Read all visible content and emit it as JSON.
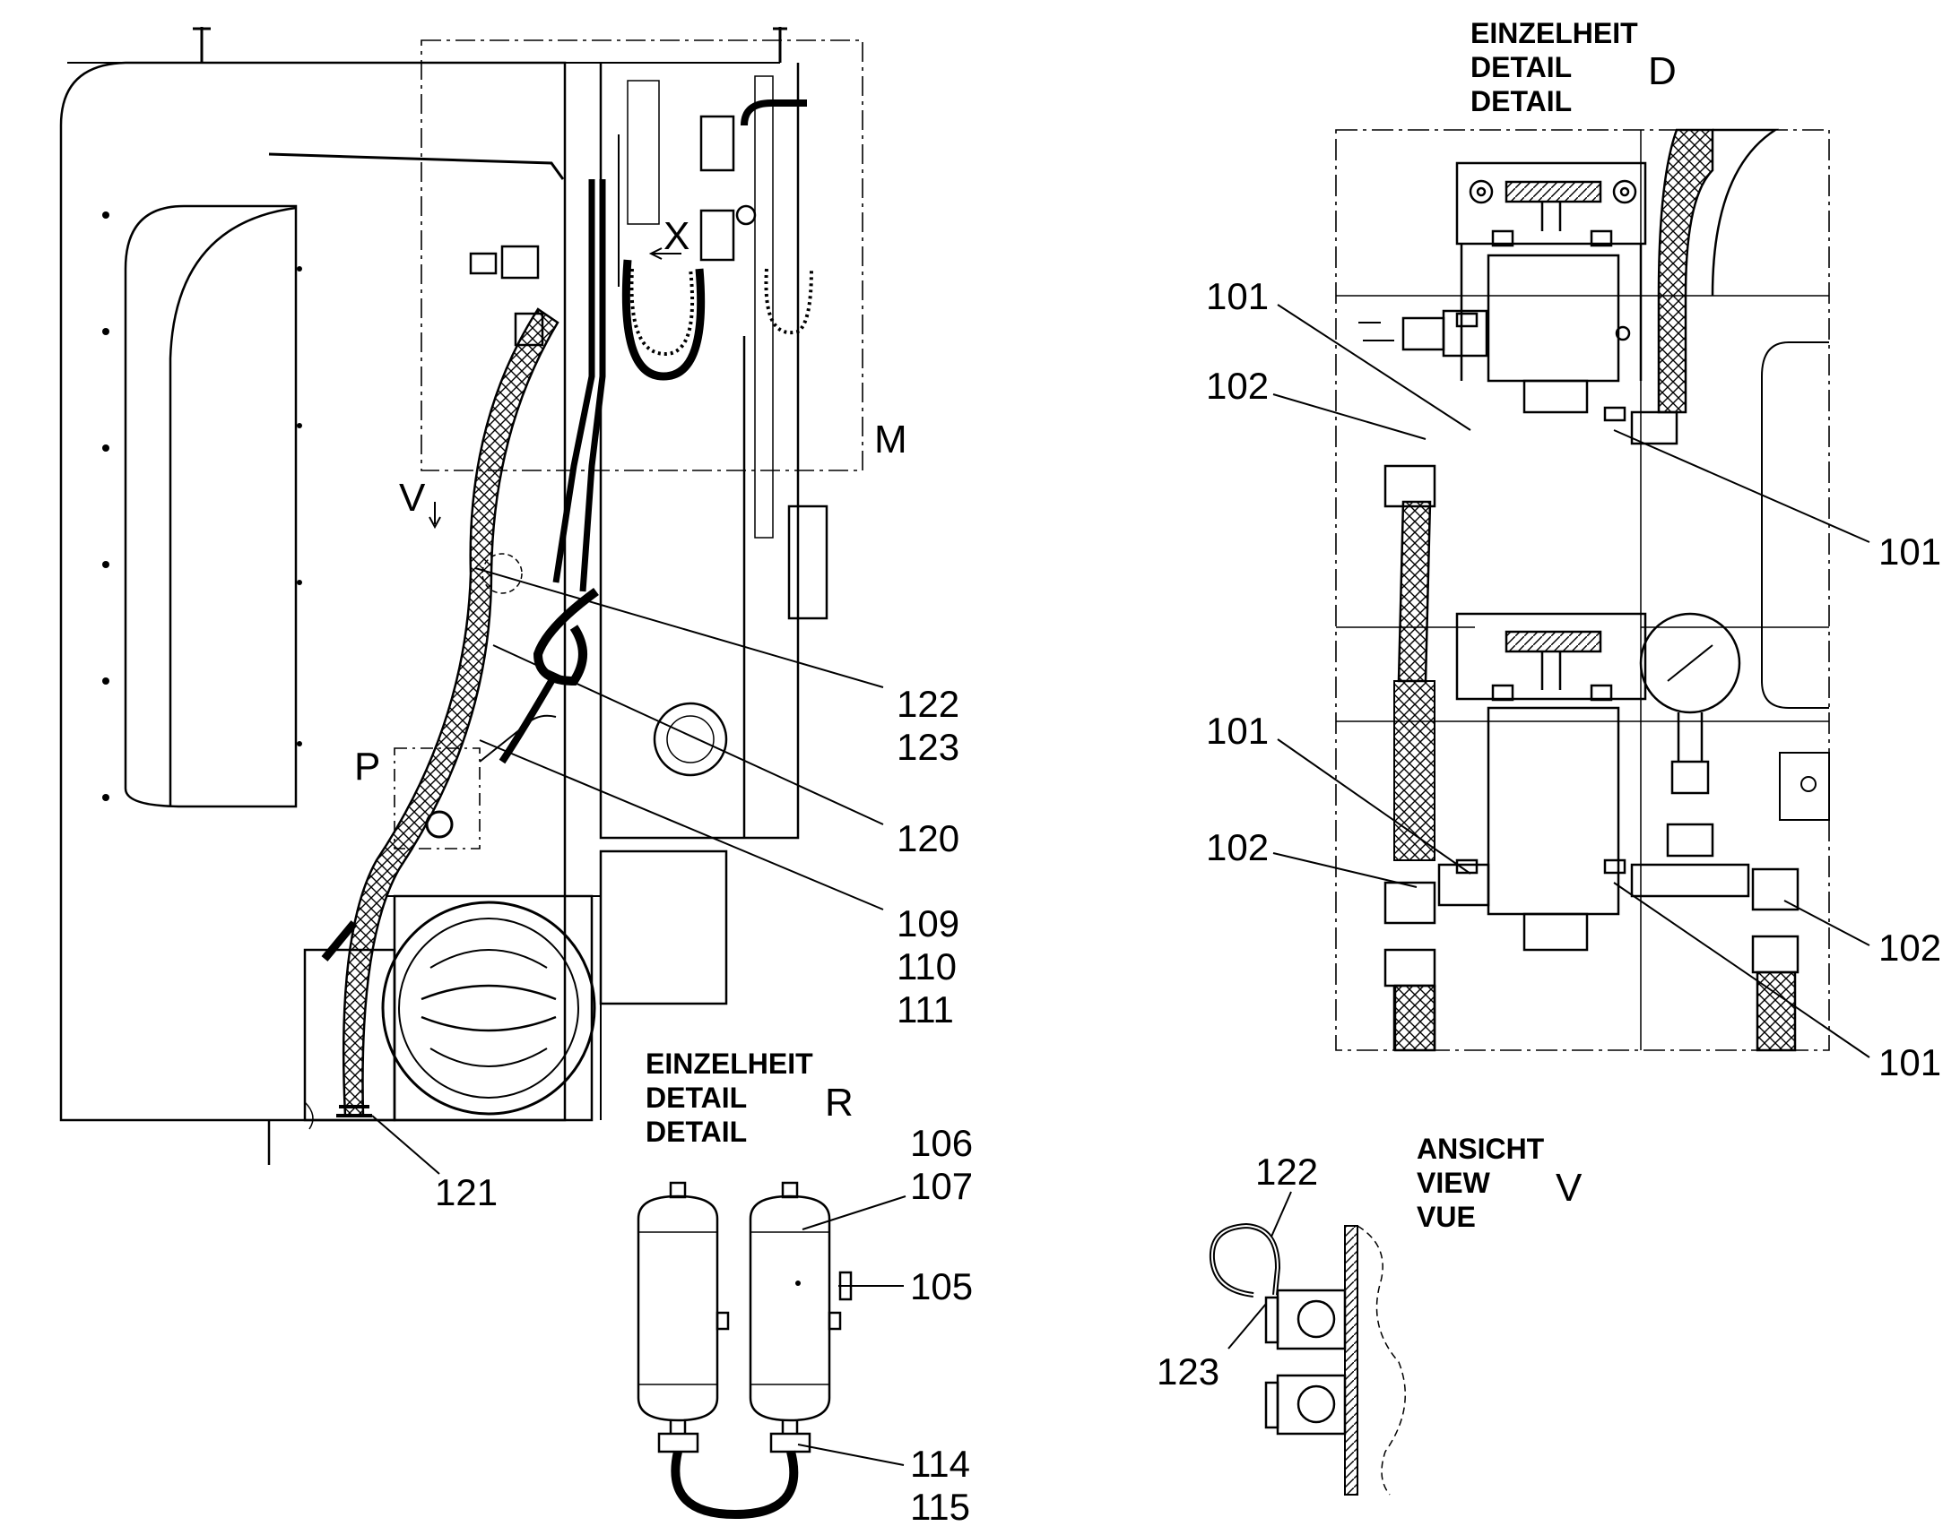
{
  "callouts": {
    "c101_a": "101",
    "c102_a": "102",
    "c101_b": "101",
    "c101_c": "101",
    "c102_b": "102",
    "c102_c": "102",
    "c101_d": "101",
    "c122": "122",
    "c123": "123",
    "c120": "120",
    "c109": "109",
    "c110": "110",
    "c111": "111",
    "c121": "121",
    "c106": "106",
    "c107": "107",
    "c105": "105",
    "c114": "114",
    "c115": "115",
    "c122v": "122",
    "c123v": "123"
  },
  "view_letters": {
    "m": "M",
    "v": "V",
    "x": "X",
    "p": "P"
  },
  "detail_d": {
    "line1": "EINZELHEIT",
    "line2": "DETAIL",
    "line3": "DETAIL",
    "letter": "D"
  },
  "detail_r": {
    "line1": "EINZELHEIT",
    "line2": "DETAIL",
    "line3": "DETAIL",
    "letter": "R"
  },
  "view_v": {
    "line1": "ANSICHT",
    "line2": "VIEW",
    "line3": "VUE",
    "letter": "V"
  }
}
